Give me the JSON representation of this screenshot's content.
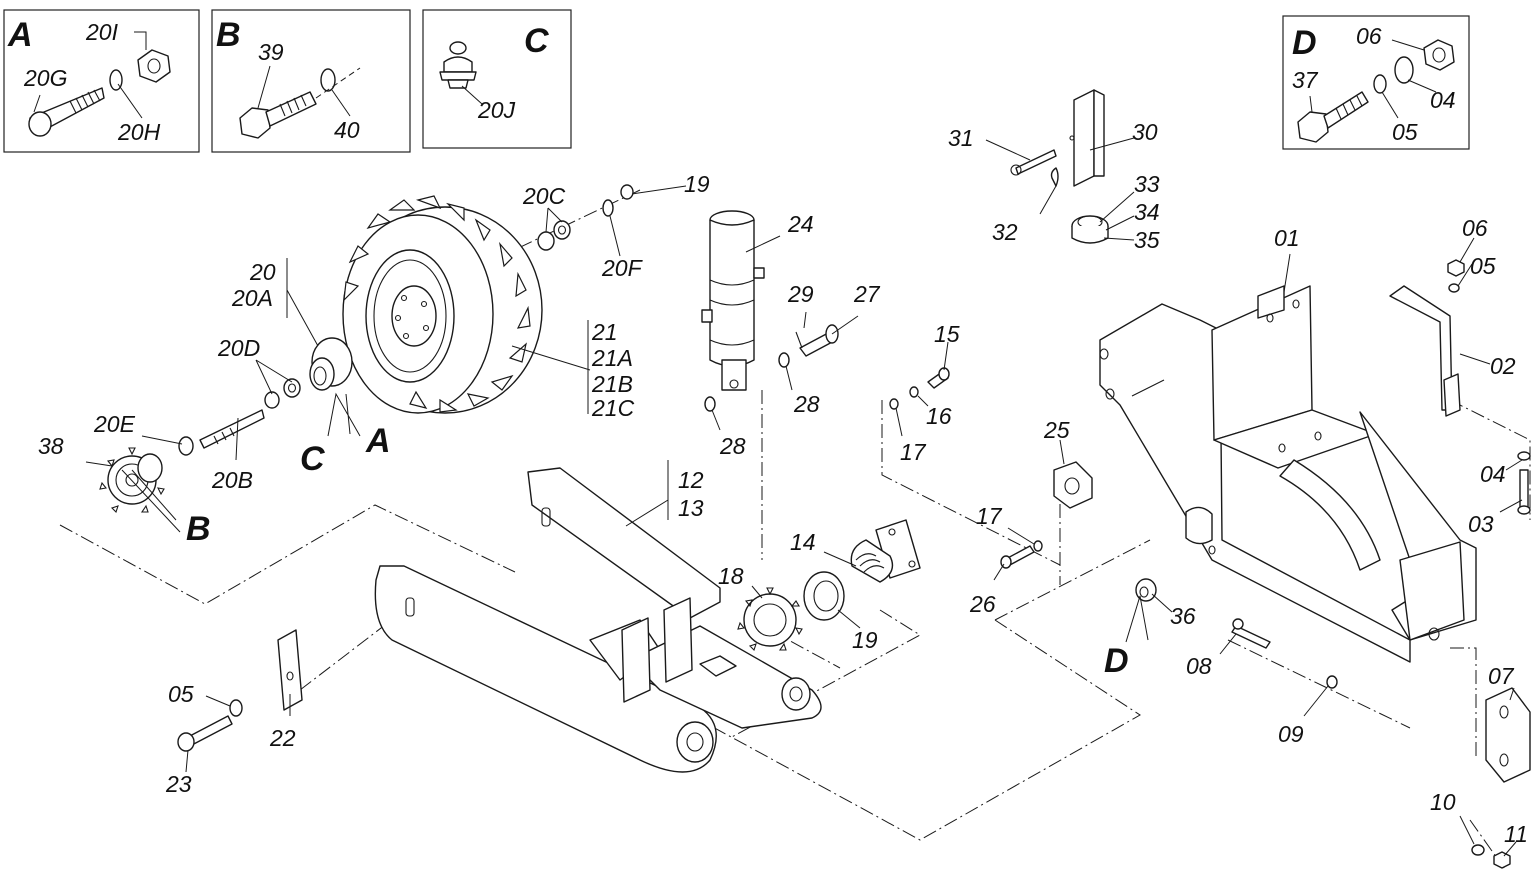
{
  "detail_boxes": {
    "a": {
      "letter": "A",
      "labels": {
        "nut": "20I",
        "bolt": "20G",
        "washer": "20H"
      }
    },
    "b": {
      "letter": "B",
      "labels": {
        "bolt": "39",
        "washer": "40"
      }
    },
    "c": {
      "letter": "C",
      "labels": {
        "fitting": "20J"
      }
    },
    "d": {
      "letter": "D",
      "labels": {
        "nut": "06",
        "bolt": "37",
        "lockwasher": "05",
        "washer": "04"
      }
    }
  },
  "callouts": {
    "p20c": "20C",
    "p19a": "19",
    "p20f": "20F",
    "p24": "24",
    "p31": "31",
    "p30": "30",
    "p33": "33",
    "p34": "34",
    "p35": "35",
    "p32": "32",
    "p20": "20",
    "p20a": "20A",
    "p21": "21",
    "p21a": "21A",
    "p21b": "21B",
    "p21c": "21C",
    "p20d": "20D",
    "p29": "29",
    "p27": "27",
    "p28a": "28",
    "p28b": "28",
    "p15": "15",
    "p16": "16",
    "p17a": "17",
    "p01": "01",
    "p06": "06",
    "p05a": "05",
    "p02": "02",
    "p20e": "20E",
    "p38": "38",
    "p20b": "20B",
    "p12": "12",
    "p13": "13",
    "p25": "25",
    "p04": "04",
    "p03": "03",
    "p17b": "17",
    "p14": "14",
    "p18": "18",
    "p19b": "19",
    "p26": "26",
    "p36": "36",
    "p08": "08",
    "p09": "09",
    "p07": "07",
    "p05b": "05",
    "p22": "22",
    "p23": "23",
    "p10": "10",
    "p11": "11"
  },
  "reference_letters": {
    "c_on_wheel": "C",
    "a_on_wheel": "A",
    "b_on_sprocket": "B",
    "d_on_frame": "D"
  },
  "colors": {
    "ink": "#1a1a1a",
    "paper": "#ffffff"
  }
}
